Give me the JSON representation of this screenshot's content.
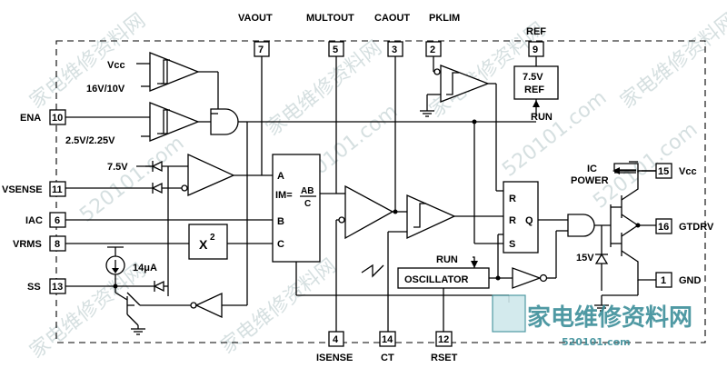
{
  "top_labels": {
    "vaout": "VAOUT",
    "multout": "MULTOUT",
    "caout": "CAOUT",
    "pklim": "PKLIM",
    "ref": "REF"
  },
  "pins": {
    "p7": "7",
    "p5": "5",
    "p3": "3",
    "p2": "2",
    "p9": "9",
    "p10": "10",
    "p11": "11",
    "p6": "6",
    "p8": "8",
    "p13": "13",
    "p4": "4",
    "p14": "14",
    "p12": "12",
    "p15": "15",
    "p16": "16",
    "p1": "1"
  },
  "left_labels": {
    "vcc": "Vcc",
    "uvlo": "16V/10V",
    "ena": "ENA",
    "ena_th": "2.5V/2.25V",
    "v75": "7.5V",
    "vsense": "VSENSE",
    "iac": "IAC",
    "vrms": "VRMS",
    "ss": "SS",
    "i14": "14μA"
  },
  "bottom_labels": {
    "isense": "ISENSE",
    "ct": "CT",
    "rset": "RSET"
  },
  "right_labels": {
    "vcc": "Vcc",
    "gtdrv": "GTDRV",
    "gnd": "GND",
    "ic_power_1": "IC",
    "ic_power_2": "POWER",
    "zener": "15V"
  },
  "blocks": {
    "ref_1": "7.5V",
    "ref_2": "REF",
    "run_top": "RUN",
    "run_mid": "RUN",
    "oscillator": "OSCILLATOR",
    "square": "X",
    "square_exp": "2",
    "mult_a": "A",
    "mult_b": "B",
    "mult_c": "C",
    "mult_im": "IM=",
    "mult_ab": "AB",
    "mult_cden": "C",
    "ff_r1": "R",
    "ff_r2": "R",
    "ff_s": "S",
    "ff_q": "Q"
  },
  "watermarks": {
    "cn_1": "家电维修资料网",
    "cn_2": "家电维修资料网",
    "cn_3": "家电维修资料网",
    "cn_4": "家电维修资料网",
    "cn_5": "家电维修资料网",
    "cn_6": "家电维修资料网",
    "url_1": "520101.com",
    "url_2": "520101.com",
    "url_3": "520101.com",
    "url_4": "520101.com",
    "logo": "家电维修资料网",
    "logo_url": "520101.com"
  }
}
